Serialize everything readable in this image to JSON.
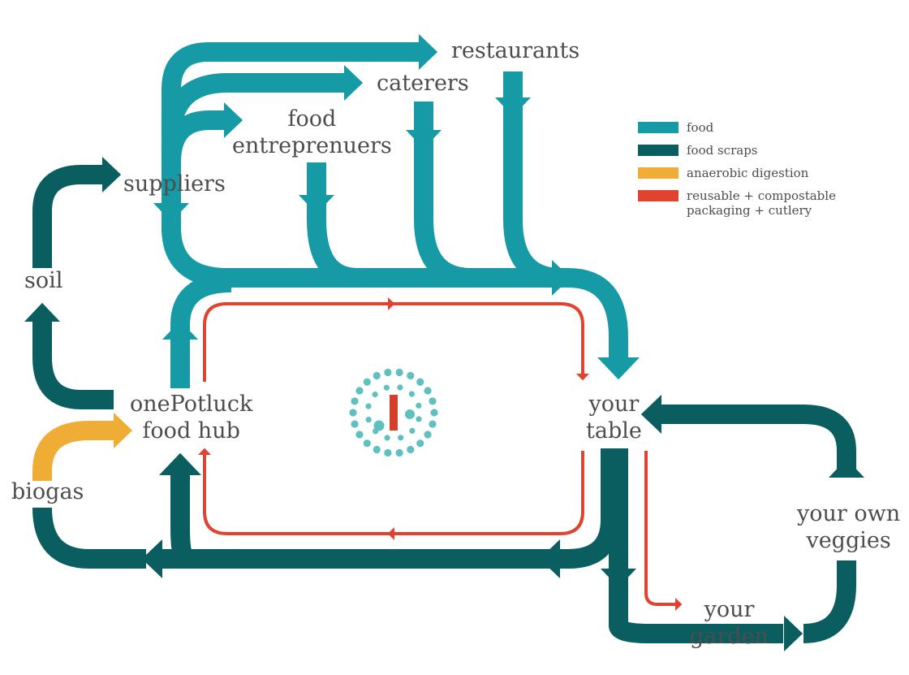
{
  "colors": {
    "food": "#159aa6",
    "food_scraps": "#0b5e5f",
    "anaerobic_digestion": "#f0ad35",
    "packaging": "#e04431",
    "logo_dots": "#5fc0c0",
    "logo_bar": "#d2402d"
  },
  "nodes": {
    "restaurants": "restaurants",
    "caterers": "caterers",
    "food_entrepreneurs_line1": "food",
    "food_entrepreneurs_line2": "entreprenuers",
    "suppliers": "suppliers",
    "soil": "soil",
    "hub_line1": "onePotluck",
    "hub_line2": "food hub",
    "biogas": "biogas",
    "your_table_line1": "your",
    "your_table_line2": "table",
    "your_own_veggies_line1": "your own",
    "your_own_veggies_line2": "veggies",
    "your_garden_line1": "your",
    "your_garden_line2": "garden"
  },
  "legend": {
    "items": [
      {
        "label": "food",
        "color": "#159aa6"
      },
      {
        "label": "food scraps",
        "color": "#0b5e5f"
      },
      {
        "label": "anaerobic digestion",
        "color": "#f0ad35"
      },
      {
        "label": "reusable + compostable",
        "label2": "packaging + cutlery",
        "color": "#e04431"
      }
    ]
  }
}
